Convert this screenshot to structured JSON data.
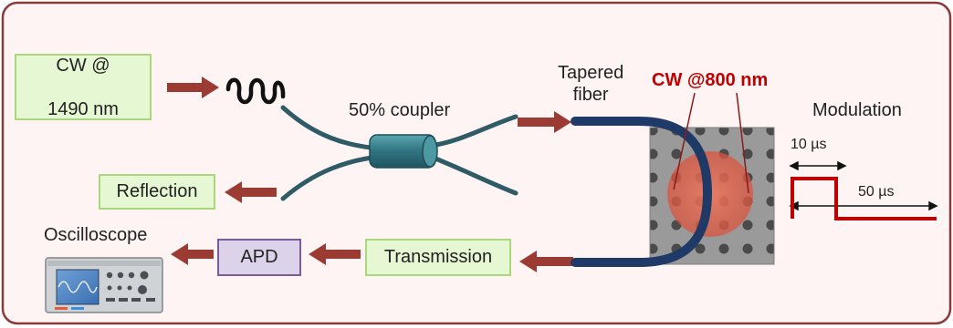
{
  "diagram": {
    "source_line1": "CW @",
    "source_line2": "1490 nm",
    "reflection": "Reflection",
    "coupler": "50% coupler",
    "tapered_fiber_line1": "Tapered",
    "tapered_fiber_line2": "fiber",
    "pump": "CW @800 nm",
    "modulation": "Modulation",
    "pulse_width": "10 µs",
    "period": "50 µs",
    "transmission": "Transmission",
    "apd": "APD",
    "oscilloscope": "Oscilloscope"
  },
  "colors": {
    "frame_border": "#8b3a3a",
    "frame_fill": "#fdf4f3",
    "arrow": "#9b3b34",
    "fiber": "#2e5b66",
    "tapered_fiber": "#1f3a66",
    "coupler": "#3a7a84",
    "crystal": "#9a9a9a",
    "hole": "#4a4a4a",
    "pump_spot": "#e26a55",
    "pulse": "#c00000",
    "pump_label": "#c00000"
  }
}
